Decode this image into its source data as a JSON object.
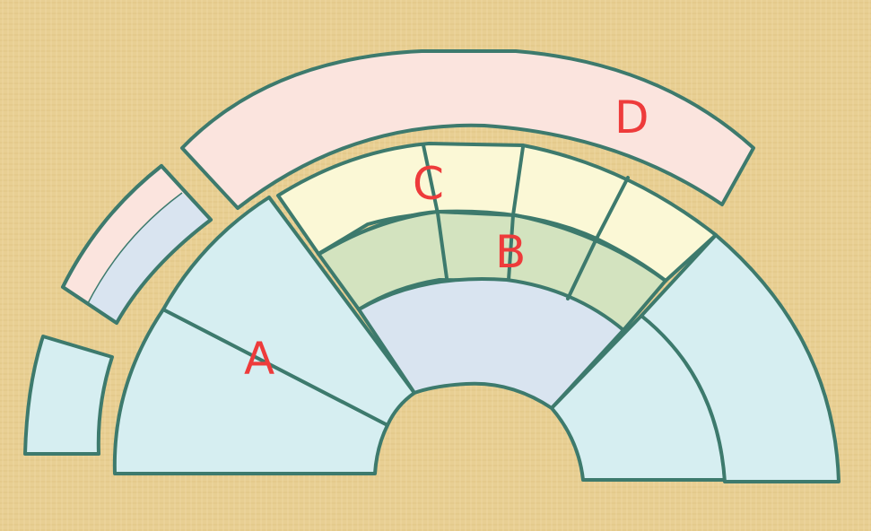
{
  "labels": {
    "a": "A",
    "b": "B",
    "c": "C",
    "d": "D"
  },
  "colors": {
    "background": "#e8cf93",
    "outline": "#3d7a6d",
    "light_blue": "#d6eef1",
    "lavender": "#d9e4f0",
    "green": "#d3e3bf",
    "cream": "#fbf8d6",
    "pink": "#fbe4de",
    "label": "#ee3b3b"
  }
}
